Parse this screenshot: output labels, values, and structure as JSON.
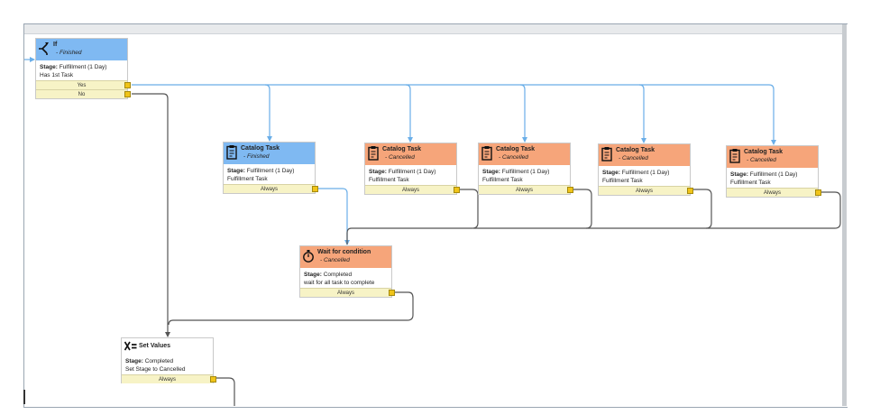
{
  "nodes": {
    "if": {
      "title": "If",
      "state": "- Finished",
      "stage_label": "Stage:",
      "stage_value": "Fulfillment (1 Day)",
      "desc": "Has 1st Task",
      "conditions": [
        "Yes",
        "No"
      ]
    },
    "task1": {
      "title": "Catalog Task",
      "state": "- Finished",
      "stage_label": "Stage:",
      "stage_value": "Fulfillment (1 Day)",
      "desc": "Fulfillment Task",
      "condition": "Always"
    },
    "task2": {
      "title": "Catalog Task",
      "state": "- Cancelled",
      "stage_label": "Stage:",
      "stage_value": "Fulfillment (1 Day)",
      "desc": "Fulfillment Task",
      "condition": "Always"
    },
    "task3": {
      "title": "Catalog Task",
      "state": "- Cancelled",
      "stage_label": "Stage:",
      "stage_value": "Fulfillment (1 Day)",
      "desc": "Fulfillment Task",
      "condition": "Always"
    },
    "task4": {
      "title": "Catalog Task",
      "state": "- Cancelled",
      "stage_label": "Stage:",
      "stage_value": "Fulfillment (1 Day)",
      "desc": "Fulfillment Task",
      "condition": "Always"
    },
    "task5": {
      "title": "Catalog Task",
      "state": "- Cancelled",
      "stage_label": "Stage:",
      "stage_value": "Fulfillment (1 Day)",
      "desc": "Fulfillment Task",
      "condition": "Always"
    },
    "wait": {
      "title": "Wait for condition",
      "state": "- Cancelled",
      "stage_label": "Stage:",
      "stage_value": "Completed",
      "desc": "wait for all task to complete",
      "condition": "Always"
    },
    "set": {
      "title": "Set Values",
      "stage_label": "Stage:",
      "stage_value": "Completed",
      "desc": "Set Stage to Cancelled",
      "condition": "Always"
    }
  },
  "colors": {
    "finished": "#7fb9f2",
    "cancelled": "#f6a57a",
    "active_line": "#6aaee8",
    "inactive_line": "#555555",
    "port": "#f0c419",
    "condition_bg": "#f7f3c6"
  },
  "icons": {
    "if": "branch-icon",
    "task": "clipboard-icon",
    "wait": "timer-icon",
    "set": "set-values-icon"
  }
}
